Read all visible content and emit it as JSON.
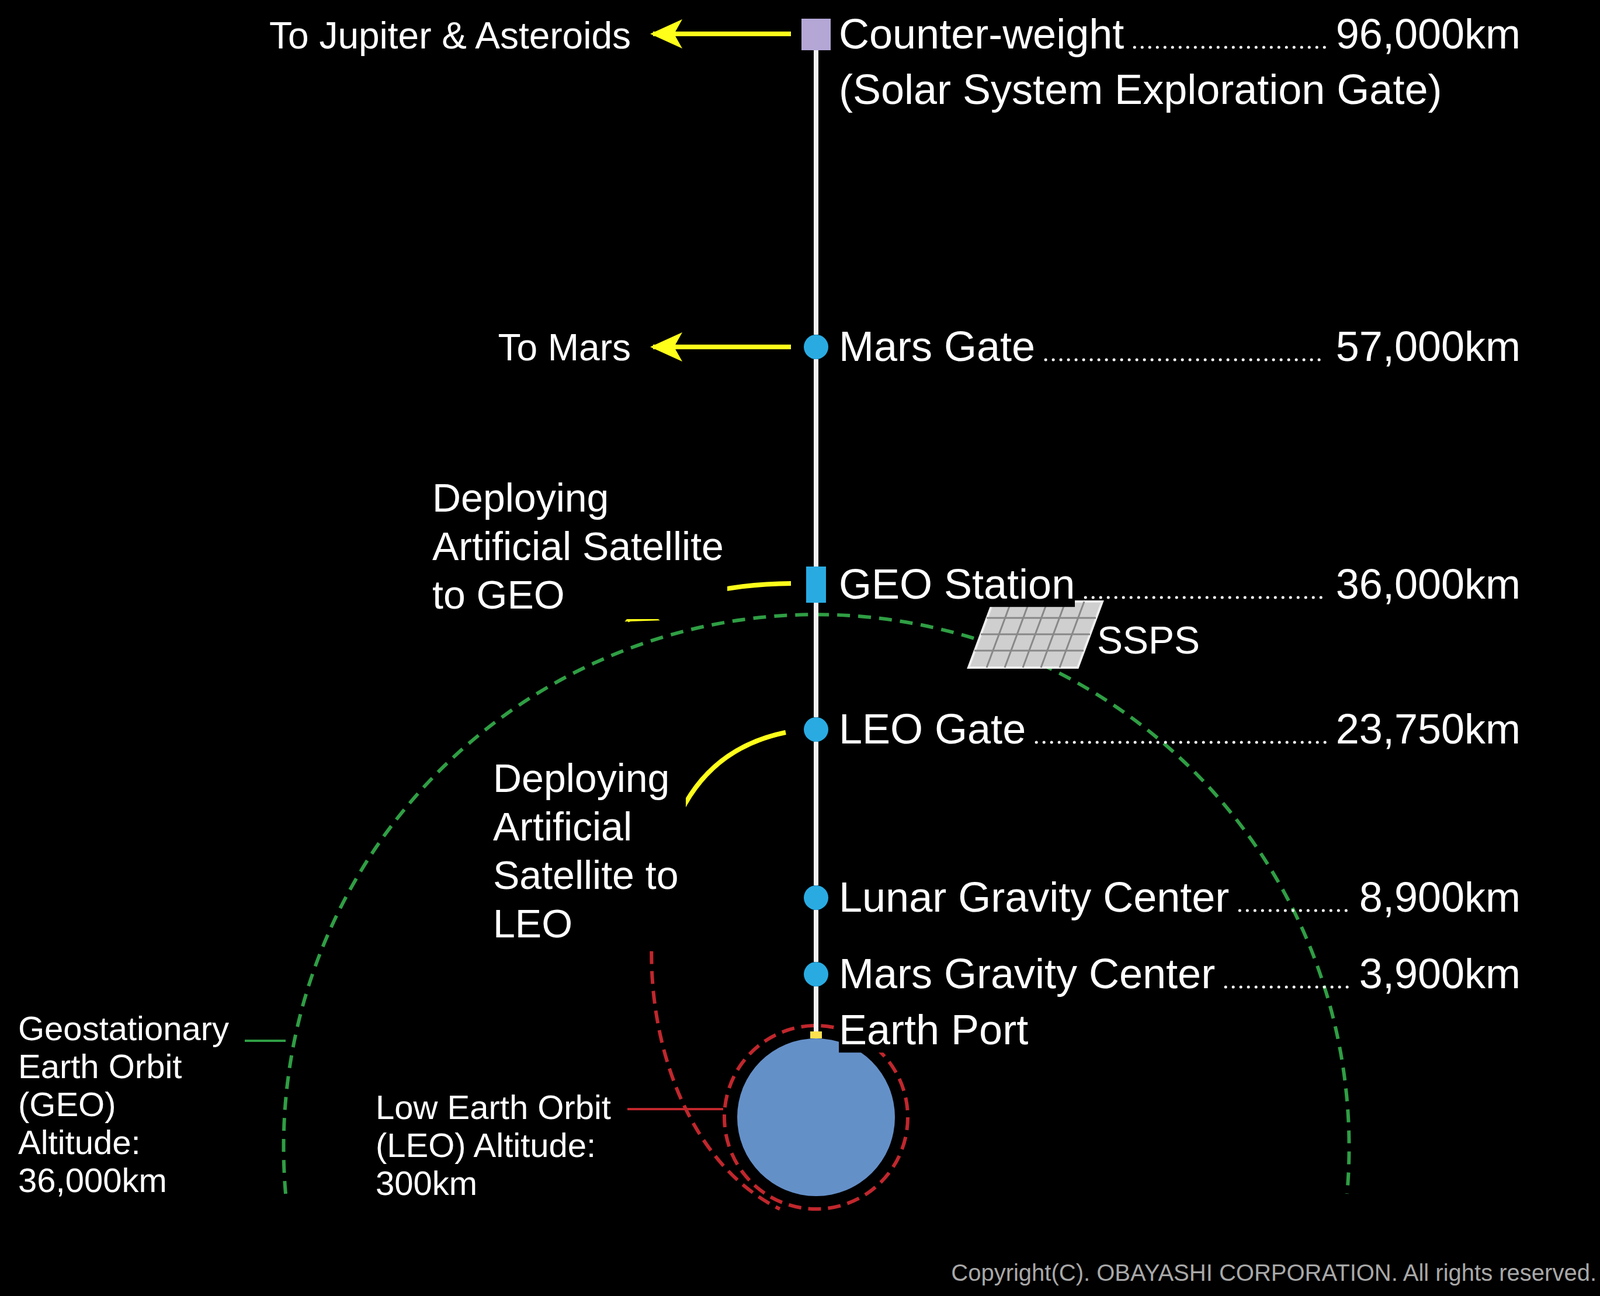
{
  "diagram": {
    "nodes": [
      {
        "text": [
          "Counter-weight",
          "96,000km",
          "(Solar System Exploration Gate)"
        ]
      },
      {
        "text": [
          "Mars Gate",
          "57,000km"
        ]
      },
      {
        "text": [
          "GEO Station",
          "36,000km"
        ]
      },
      {
        "text": [
          "LEO Gate",
          "23,750km"
        ]
      },
      {
        "text": [
          "Lunar Gravity Center",
          "8,900km"
        ]
      },
      {
        "text": [
          "Mars Gravity Center",
          "3,900km"
        ]
      },
      {
        "text": [
          "Earth Port"
        ]
      }
    ],
    "edges": [
      {
        "from": 0,
        "to": 1,
        "arrow": "none"
      },
      {
        "from": 1,
        "to": 2,
        "arrow": "none"
      },
      {
        "from": 2,
        "to": 3,
        "arrow": "none"
      },
      {
        "from": 3,
        "to": 4,
        "arrow": "none"
      },
      {
        "from": 4,
        "to": 5,
        "arrow": "none"
      },
      {
        "from": 5,
        "to": 6,
        "arrow": "none"
      }
    ],
    "labels": [
      "To Jupiter & Asteroids",
      "To Mars",
      "Deploying Artificial Satellite to GEO",
      "SSPS",
      "Deploying Artificial Satellite to LEO",
      "Geostationary Earth Orbit (GEO) Altitude: 36,000km",
      "Low Earth Orbit (LEO) Altitude: 300km",
      "Copyright(C). OBAYASHI CORPORATION. All rights reserved."
    ]
  }
}
